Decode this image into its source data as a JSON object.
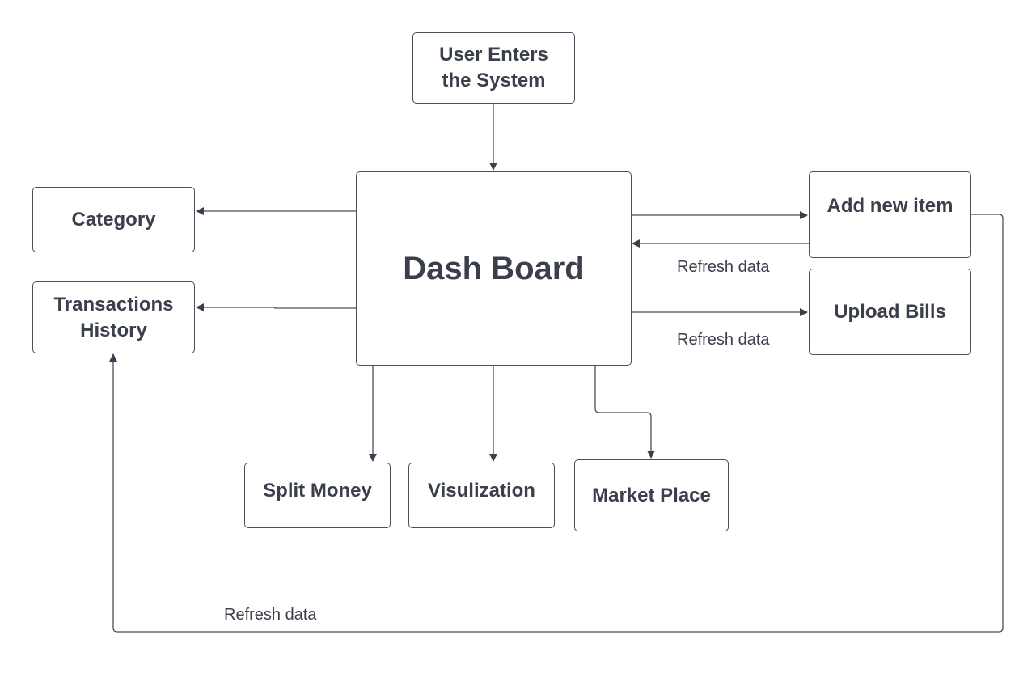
{
  "diagram": {
    "nodes": {
      "user_enters": "User Enters\nthe System",
      "dashboard": "Dash Board",
      "category": "Category",
      "transactions_history": "Transactions\nHistory",
      "add_new_item": "Add new item",
      "upload_bills": "Upload Bills",
      "split_money": "Split Money",
      "visulization": "Visulization",
      "market_place": "Market Place"
    },
    "edge_labels": {
      "refresh_add_item": "Refresh data",
      "refresh_upload_bills": "Refresh data",
      "refresh_transactions": "Refresh data"
    }
  }
}
